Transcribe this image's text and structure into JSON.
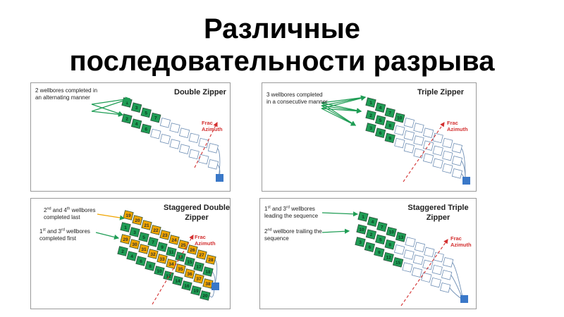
{
  "title_line1": "Различные",
  "title_line2": "последовательности разрыва",
  "colors": {
    "green": "#1f9d55",
    "orange": "#f0a500",
    "outline": "#6f8fb5",
    "wellhead": "#3a78c8",
    "azimuth": "#d32f2f"
  },
  "panels": [
    {
      "id": "double",
      "title": "Double Zipper",
      "labels": [
        {
          "text": "2 wellbores completed in an alternating manner"
        }
      ],
      "frac_label": "Frac\nAzimuth",
      "wells": [
        {
          "stages": [
            {
              "c": "g",
              "n": "1"
            },
            {
              "c": "g",
              "n": "3"
            },
            {
              "c": "g",
              "n": "5"
            },
            {
              "c": "g",
              "n": "7"
            },
            {
              "c": "e"
            },
            {
              "c": "e"
            },
            {
              "c": "e"
            },
            {
              "c": "e"
            },
            {
              "c": "e"
            },
            {
              "c": "e"
            }
          ]
        },
        {
          "stages": [
            {
              "c": "g",
              "n": "2"
            },
            {
              "c": "g",
              "n": "4"
            },
            {
              "c": "g",
              "n": "6"
            },
            {
              "c": "e"
            },
            {
              "c": "e"
            },
            {
              "c": "e"
            },
            {
              "c": "e"
            },
            {
              "c": "e"
            },
            {
              "c": "e"
            },
            {
              "c": "e"
            }
          ]
        }
      ]
    },
    {
      "id": "triple",
      "title": "Triple Zipper",
      "labels": [
        {
          "text": "3 wellbores completed in a consecutive manner"
        }
      ],
      "frac_label": "Frac\nAzimuth",
      "wells": [
        {
          "stages": [
            {
              "c": "g",
              "n": "1"
            },
            {
              "c": "g",
              "n": "4"
            },
            {
              "c": "g",
              "n": "7"
            },
            {
              "c": "g",
              "n": "10"
            },
            {
              "c": "e"
            },
            {
              "c": "e"
            },
            {
              "c": "e"
            },
            {
              "c": "e"
            },
            {
              "c": "e"
            },
            {
              "c": "e"
            }
          ]
        },
        {
          "stages": [
            {
              "c": "g",
              "n": "2"
            },
            {
              "c": "g",
              "n": "5"
            },
            {
              "c": "g",
              "n": "8"
            },
            {
              "c": "e"
            },
            {
              "c": "e"
            },
            {
              "c": "e"
            },
            {
              "c": "e"
            },
            {
              "c": "e"
            },
            {
              "c": "e"
            },
            {
              "c": "e"
            }
          ]
        },
        {
          "stages": [
            {
              "c": "g",
              "n": "3"
            },
            {
              "c": "g",
              "n": "6"
            },
            {
              "c": "g",
              "n": "9"
            },
            {
              "c": "e"
            },
            {
              "c": "e"
            },
            {
              "c": "e"
            },
            {
              "c": "e"
            },
            {
              "c": "e"
            },
            {
              "c": "e"
            },
            {
              "c": "e"
            }
          ]
        }
      ]
    },
    {
      "id": "staggered-double",
      "title": "Staggered Double\nZipper",
      "labels": [
        {
          "text": "2nd and 4th wellbores completed last"
        },
        {
          "text": "1st and 3rd wellbores completed first"
        }
      ],
      "frac_label": "Frac\nAzimuth",
      "wells": [
        {
          "stages": [
            {
              "c": "o",
              "n": "19"
            },
            {
              "c": "o",
              "n": "20"
            },
            {
              "c": "o",
              "n": "21"
            },
            {
              "c": "o",
              "n": "22"
            },
            {
              "c": "o",
              "n": "23"
            },
            {
              "c": "o",
              "n": "24"
            },
            {
              "c": "o",
              "n": "25"
            },
            {
              "c": "o",
              "n": "26"
            },
            {
              "c": "o",
              "n": "27"
            },
            {
              "c": "o",
              "n": "28"
            }
          ]
        },
        {
          "stages": [
            {
              "c": "g",
              "n": "1"
            },
            {
              "c": "g",
              "n": "3"
            },
            {
              "c": "g",
              "n": "5"
            },
            {
              "c": "g",
              "n": "7"
            },
            {
              "c": "g",
              "n": "9"
            },
            {
              "c": "g",
              "n": "11"
            },
            {
              "c": "g",
              "n": "13"
            },
            {
              "c": "g",
              "n": "15"
            },
            {
              "c": "g",
              "n": "17"
            },
            {
              "c": "g",
              "n": "18"
            }
          ]
        },
        {
          "stages": [
            {
              "c": "o",
              "n": "29"
            },
            {
              "c": "o",
              "n": "30"
            },
            {
              "c": "o",
              "n": "31"
            },
            {
              "c": "o",
              "n": "32"
            },
            {
              "c": "o",
              "n": "33"
            },
            {
              "c": "o",
              "n": "34"
            },
            {
              "c": "o",
              "n": "35"
            },
            {
              "c": "o",
              "n": "36"
            },
            {
              "c": "o",
              "n": "37"
            },
            {
              "c": "o",
              "n": "38"
            }
          ]
        },
        {
          "stages": [
            {
              "c": "g",
              "n": "2"
            },
            {
              "c": "g",
              "n": "4"
            },
            {
              "c": "g",
              "n": "6"
            },
            {
              "c": "g",
              "n": "8"
            },
            {
              "c": "g",
              "n": "10"
            },
            {
              "c": "g",
              "n": "12"
            },
            {
              "c": "g",
              "n": "14"
            },
            {
              "c": "g",
              "n": "16"
            },
            {
              "c": "g",
              "n": "19"
            },
            {
              "c": "g",
              "n": "20"
            }
          ]
        }
      ]
    },
    {
      "id": "staggered-triple",
      "title": "Staggered Triple\nZipper",
      "labels": [
        {
          "text": "1st and 3rd wellbores leading the sequence"
        },
        {
          "text": "2nd wellbore trailing the sequence"
        }
      ],
      "frac_label": "Frac\nAzimuth",
      "wells": [
        {
          "stages": [
            {
              "c": "g",
              "n": "1"
            },
            {
              "c": "g",
              "n": "4"
            },
            {
              "c": "g",
              "n": "7"
            },
            {
              "c": "g",
              "n": "10"
            },
            {
              "c": "g",
              "n": "13"
            },
            {
              "c": "e"
            },
            {
              "c": "e"
            },
            {
              "c": "e"
            },
            {
              "c": "e"
            },
            {
              "c": "e"
            }
          ]
        },
        {
          "stages": [
            {
              "c": "g",
              "n": "10"
            },
            {
              "c": "g",
              "n": "2"
            },
            {
              "c": "g",
              "n": "5"
            },
            {
              "c": "g",
              "n": "8"
            },
            {
              "c": "e"
            },
            {
              "c": "e"
            },
            {
              "c": "e"
            },
            {
              "c": "e"
            },
            {
              "c": "e"
            },
            {
              "c": "e"
            }
          ]
        },
        {
          "stages": [
            {
              "c": "g",
              "n": "3"
            },
            {
              "c": "g",
              "n": "6"
            },
            {
              "c": "g",
              "n": "9"
            },
            {
              "c": "g",
              "n": "12"
            },
            {
              "c": "g",
              "n": "15"
            },
            {
              "c": "e"
            },
            {
              "c": "e"
            },
            {
              "c": "e"
            },
            {
              "c": "e"
            },
            {
              "c": "e"
            }
          ]
        }
      ]
    }
  ]
}
